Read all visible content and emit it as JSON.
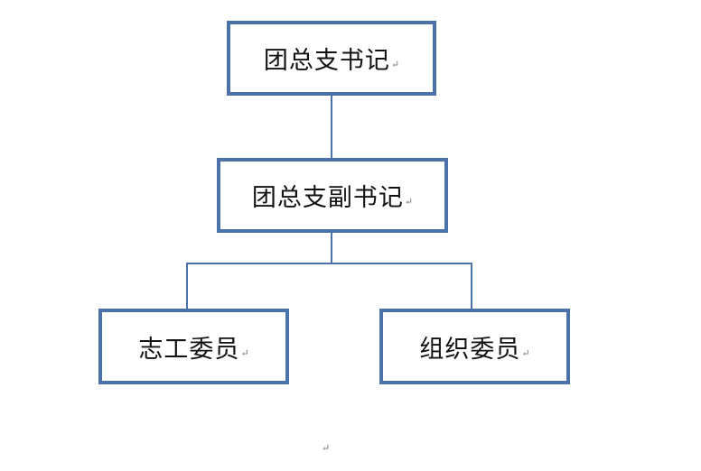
{
  "org_chart": {
    "secretary": {
      "label": "团总支书记",
      "mark": "↵"
    },
    "deputy_secretary": {
      "label": "团总支副书记",
      "mark": "↵"
    },
    "volunteer_committee": {
      "label": "志工委员",
      "mark": "↵"
    },
    "organization_committee": {
      "label": "组织委员",
      "mark": "↵"
    },
    "trailing_mark": "↵"
  },
  "colors": {
    "box_border": "#4a72a8",
    "connector_line": "#4a72a8"
  }
}
